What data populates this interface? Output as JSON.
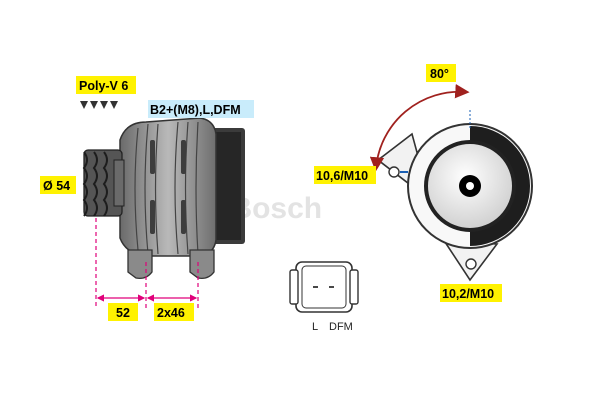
{
  "labels": {
    "belt": "Poly-V 6",
    "terminals": "B2+(M8),L,DFM",
    "pulley_diameter": "Ø 54",
    "dim_pulley_to_mount": "52",
    "dim_mount_spacing": "2x46",
    "angle": "80°",
    "top_mount": "10,6/M10",
    "bottom_mount": "10,2/M10"
  },
  "connector": {
    "pin_left": "L",
    "pin_right": "DFM"
  },
  "watermark": "© Bosch",
  "colors": {
    "label_yellow": "#fff200",
    "label_blue": "#c9ecfb",
    "dimension_magenta": "#e0007a",
    "angle_arrow": "#a0211e",
    "center_line": "#1a5fb4"
  }
}
